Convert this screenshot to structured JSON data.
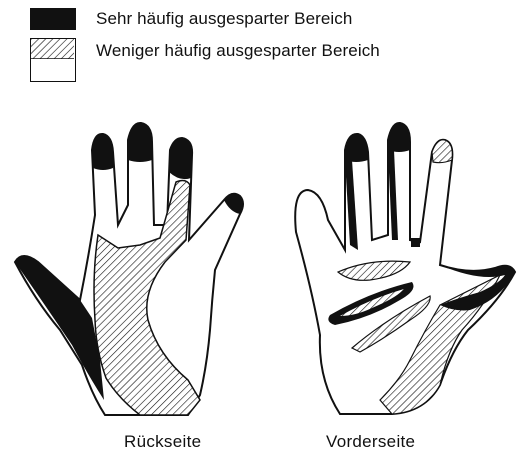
{
  "legend": {
    "dark_label": "Sehr häufig ausgesparter Bereich",
    "hatched_label": "Weniger häufig ausgesparter Bereich"
  },
  "captions": {
    "back": "Rückseite",
    "front": "Vorderseite"
  },
  "colors": {
    "ink": "#111111",
    "paper": "#ffffff"
  }
}
